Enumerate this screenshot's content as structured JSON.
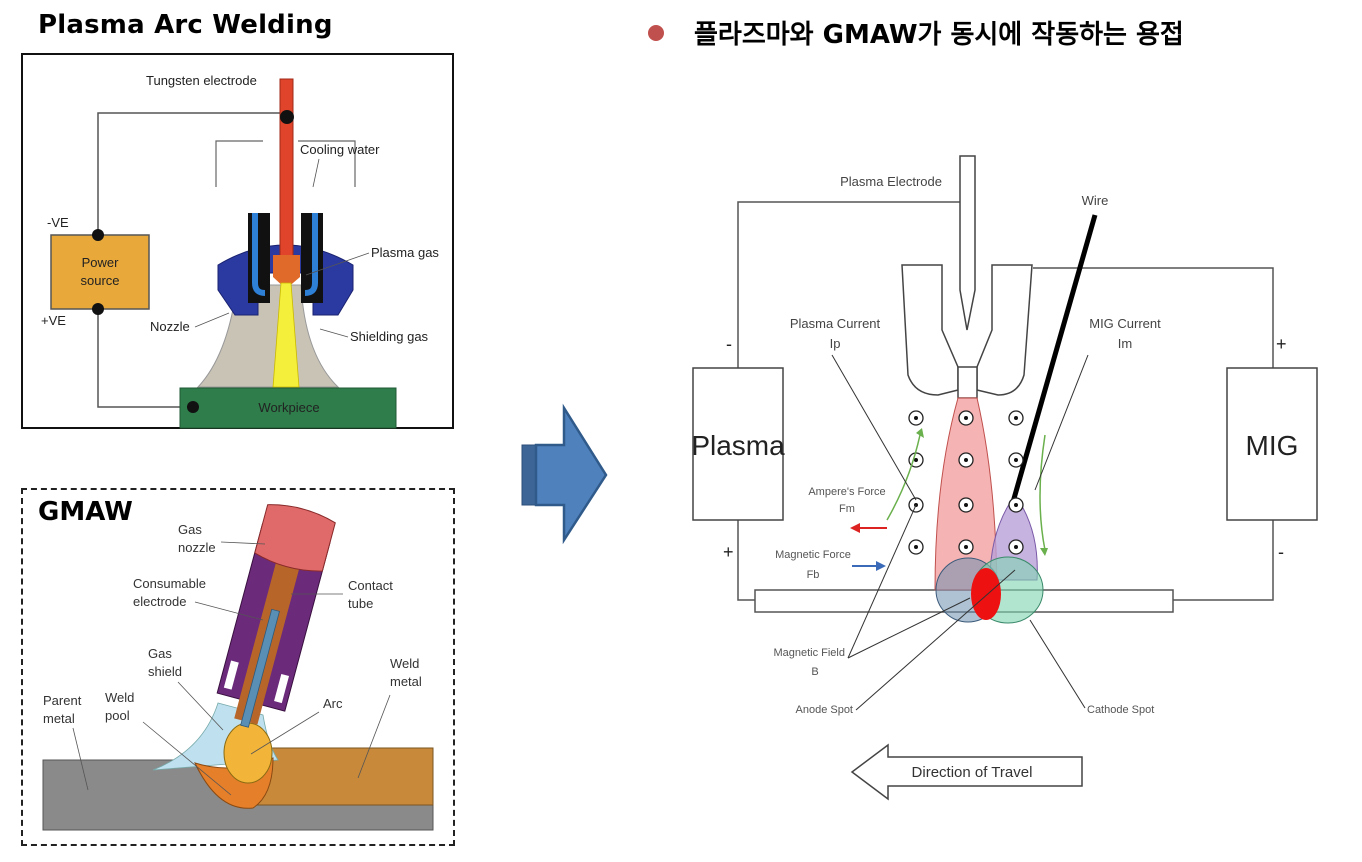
{
  "left_top": {
    "title": "Plasma Arc Welding",
    "labels": {
      "tungsten_electrode": "Tungsten electrode",
      "cooling_water": "Cooling water",
      "plasma_gas": "Plasma gas",
      "nozzle": "Nozzle",
      "shielding_gas": "Shielding gas",
      "workpiece": "Workpiece",
      "power_source_line1": "Power",
      "power_source_line2": "source",
      "neg": "-VE",
      "pos": "+VE"
    }
  },
  "left_bottom": {
    "title": "GMAW",
    "labels": {
      "gas_nozzle_1": "Gas",
      "gas_nozzle_2": "nozzle",
      "consumable_1": "Consumable",
      "consumable_2": "electrode",
      "contact_1": "Contact",
      "contact_2": "tube",
      "gas_shield_1": "Gas",
      "gas_shield_2": "shield",
      "weld_metal_1": "Weld",
      "weld_metal_2": "metal",
      "parent_1": "Parent",
      "parent_2": "metal",
      "weld_pool_1": "Weld",
      "weld_pool_2": "pool",
      "arc": "Arc"
    }
  },
  "arrow": {
    "direction": "right",
    "color": "#4f81bd"
  },
  "right": {
    "heading": "플라즈마와 GMAW가 동시에 작동하는 용접",
    "bullet_color": "#c0504d",
    "labels": {
      "plasma_electrode": "Plasma Electrode",
      "wire": "Wire",
      "plasma_current_1": "Plasma Current",
      "plasma_current_2": "Ip",
      "mig_current_1": "MIG Current",
      "mig_current_2": "Im",
      "plasma_box": "Plasma",
      "mig_box": "MIG",
      "minus_left": "-",
      "plus_left": "+",
      "plus_right": "+",
      "minus_right": "-",
      "ampere_1": "Ampere's Force",
      "ampere_2": "Fm",
      "magnetic_force_1": "Magnetic Force",
      "magnetic_force_2": "Fb",
      "magnetic_field_1": "Magnetic Field",
      "magnetic_field_2": "B",
      "anode_spot": "Anode Spot",
      "cathode_spot": "Cathode Spot",
      "direction": "Direction of Travel"
    }
  }
}
